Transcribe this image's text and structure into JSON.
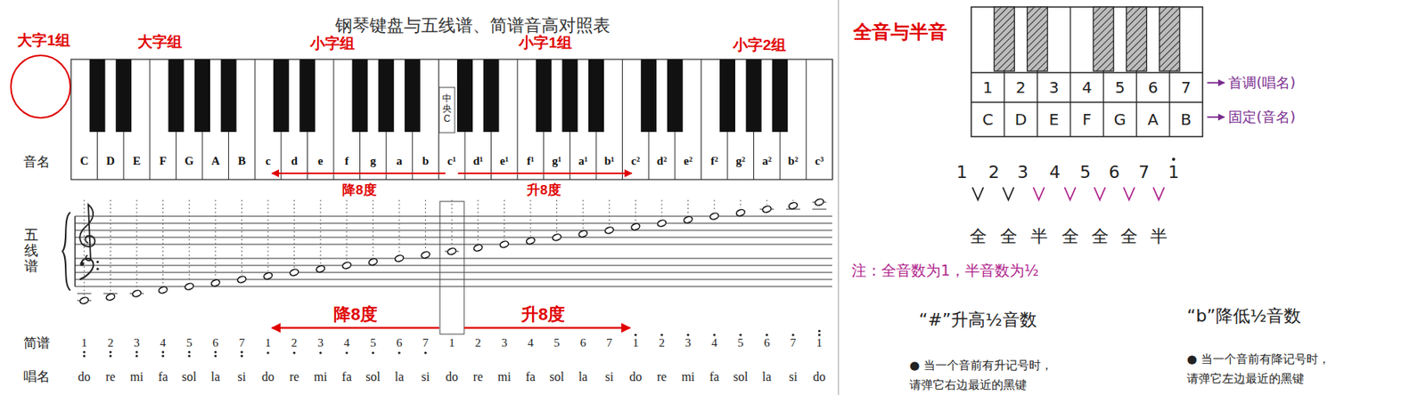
{
  "diagram": {
    "title": "钢琴键盘与五线谱、简谱音高对照表",
    "labels": [
      "大字1组",
      "大字组",
      "小字组",
      "小字1组",
      "小字2组",
      "中央C",
      "音名",
      "C",
      "D",
      "E",
      "F",
      "G",
      "A",
      "B",
      "c",
      "d",
      "e",
      "f",
      "g",
      "a",
      "b",
      "c¹",
      "d¹",
      "e¹",
      "f¹",
      "g¹",
      "a¹",
      "b¹",
      "c²",
      "d²",
      "e²",
      "f²",
      "g²",
      "a²",
      "b²",
      "c³",
      "降8度",
      "升8度",
      "五线谱",
      "降8度",
      "升8度",
      "简谱",
      "1",
      "2",
      "3",
      "4",
      "5",
      "6",
      "7",
      "1",
      "2",
      "3",
      "4",
      "5",
      "6",
      "7",
      "1",
      "2",
      "3",
      "4",
      "5",
      "6",
      "7",
      "1",
      "2",
      "3",
      "4",
      "5",
      "6",
      "7",
      "1",
      "唱名",
      "do",
      "re",
      "mi",
      "fa",
      "sol",
      "la",
      "si",
      "do",
      "re",
      "mi",
      "fa",
      "sol",
      "la",
      "si",
      "do",
      "re",
      "mi",
      "fa",
      "sol",
      "la",
      "si",
      "do",
      "re",
      "mi",
      "fa",
      "sol",
      "la",
      "si",
      "do",
      "全音与半音",
      "1",
      "2",
      "3",
      "4",
      "5",
      "6",
      "7",
      "C",
      "D",
      "E",
      "F",
      "G",
      "A",
      "B",
      "首调(唱名)",
      "固定(音名)",
      "1",
      "2",
      "3",
      "4",
      "5",
      "6",
      "7",
      "1",
      "全",
      "全",
      "半",
      "全",
      "全",
      "全",
      "半",
      "注：全音数为1，半音数为½",
      "“#”升高½音数",
      "“b”降低½音数",
      "● 当一个音前有升记号时，",
      "请弹它右边最近的黑键",
      "● 当一个音前有降记号时，",
      "请弹它左边最近的黑键"
    ]
  }
}
